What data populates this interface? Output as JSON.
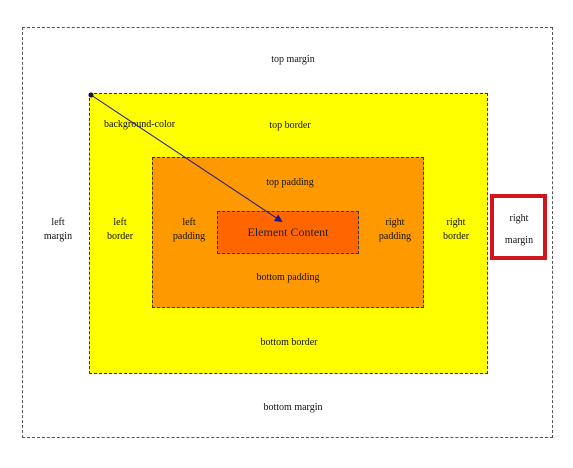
{
  "colors": {
    "margin_area": "#ffffff",
    "border_area": "#ffff00",
    "padding_area": "#ff9900",
    "content_area": "#ff6600",
    "highlight_frame": "#d0161b"
  },
  "labels": {
    "top_margin": "top margin",
    "bottom_margin": "bottom margin",
    "left_margin_1": "left",
    "left_margin_2": "margin",
    "right_margin_1": "right",
    "right_margin_2": "margin",
    "top_border": "top border",
    "bottom_border": "bottom border",
    "left_border_1": "left",
    "left_border_2": "border",
    "right_border_1": "right",
    "right_border_2": "border",
    "top_padding": "top padding",
    "bottom_padding": "bottom padding",
    "left_padding_1": "left",
    "left_padding_2": "padding",
    "right_padding_1": "right",
    "right_padding_2": "padding",
    "element_content": "Element Content",
    "background_color": "background-color"
  }
}
